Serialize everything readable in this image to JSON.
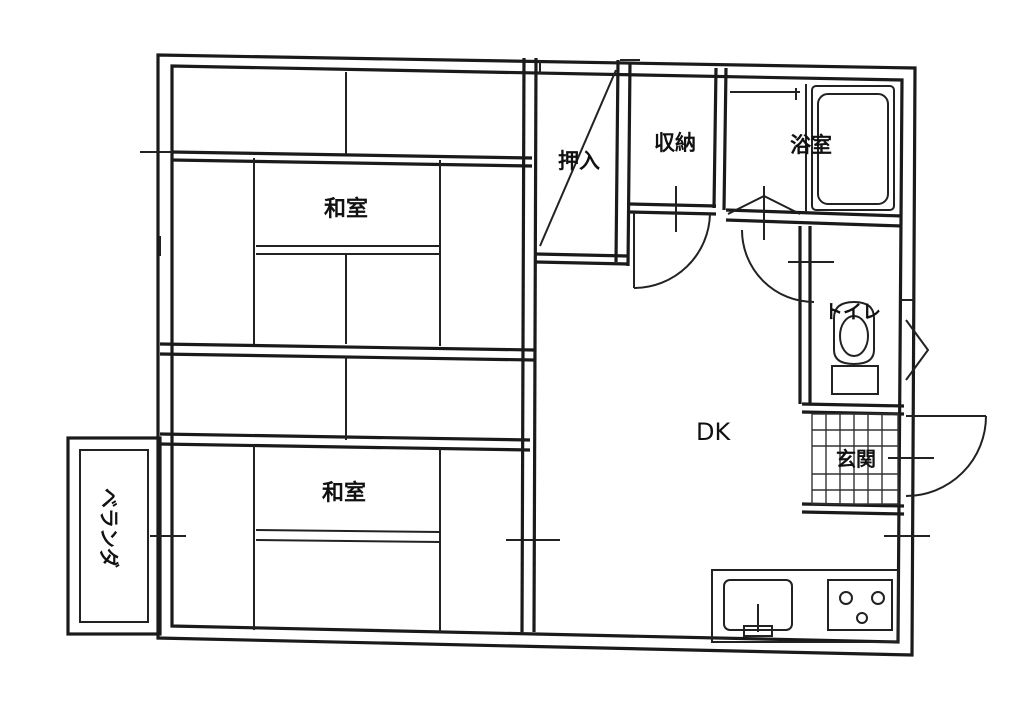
{
  "rooms": {
    "washitsu_upper": "和室",
    "washitsu_lower": "和室",
    "oshiire": "押入",
    "shuno": "収納",
    "yokushitsu": "浴室",
    "toire": "トイレ",
    "dk": "DK",
    "genkan": "玄関",
    "veranda": "ベランダ"
  }
}
